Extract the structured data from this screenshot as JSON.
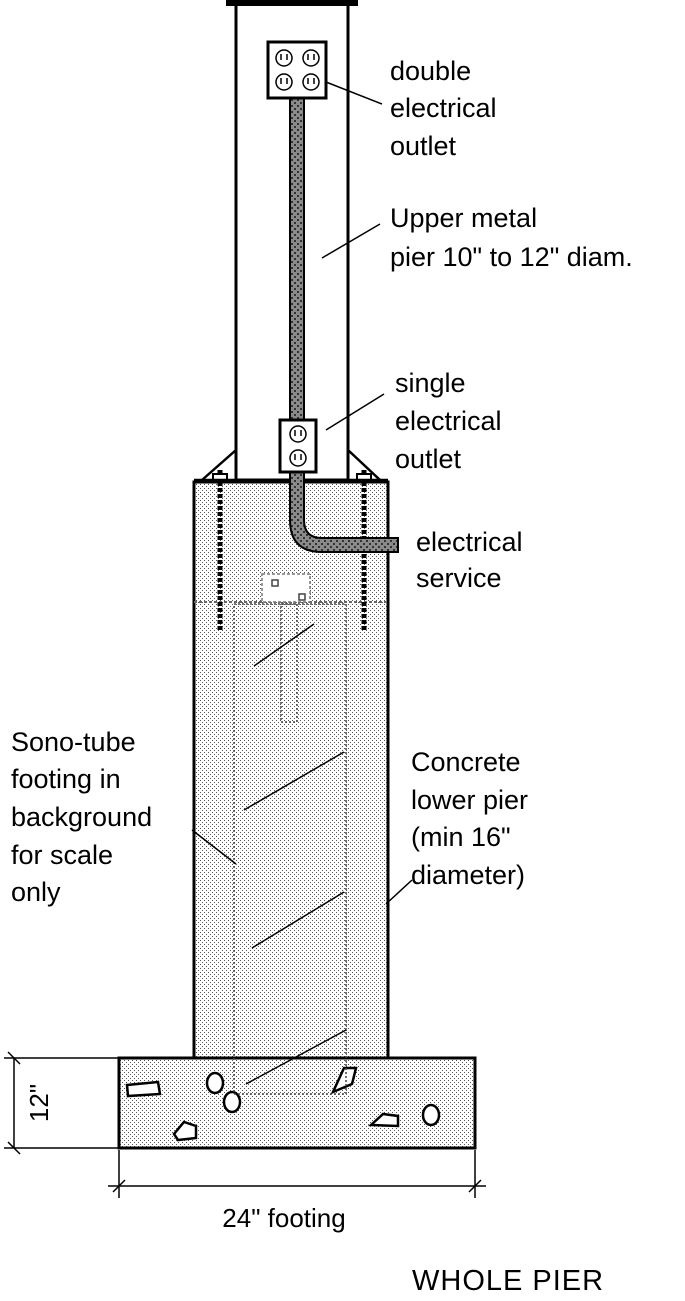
{
  "labels": {
    "double_outlet": [
      "double",
      "electrical",
      "outlet"
    ],
    "upper_pier": [
      "Upper metal",
      "pier 10\" to 12\" diam."
    ],
    "single_outlet": [
      "single",
      "electrical",
      "outlet"
    ],
    "electrical_service": [
      "electrical",
      "service"
    ],
    "sono_tube": [
      "Sono-tube",
      "footing in",
      "background",
      "for scale",
      "only"
    ],
    "concrete_pier": [
      "Concrete",
      "lower pier",
      "(min 16\"",
      "diameter)"
    ]
  },
  "dimensions": {
    "footing_height": "12\"",
    "footing_width": "24\" footing"
  },
  "title": "WHOLE  PIER"
}
